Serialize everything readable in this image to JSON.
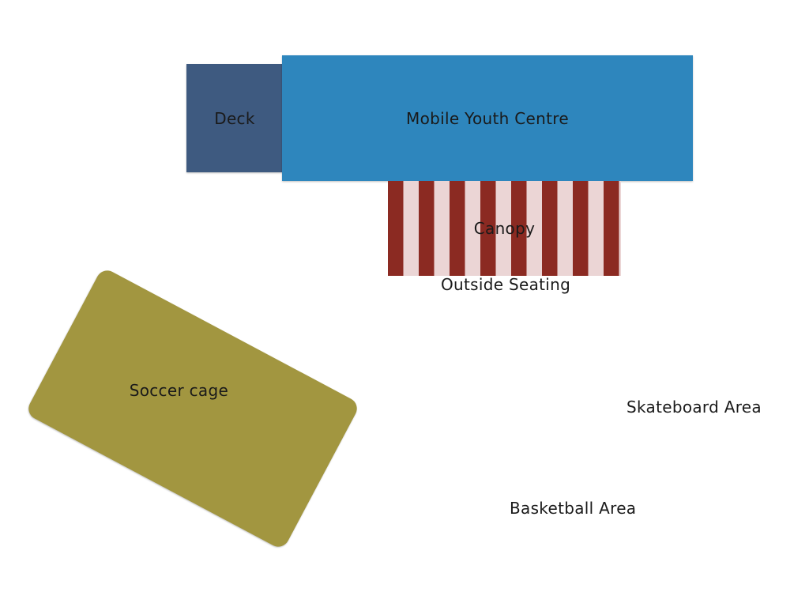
{
  "colors": {
    "deck": "#3e5a80",
    "youth_centre": "#2e86bd",
    "canopy_dark": "#8b2a22",
    "canopy_light": "#ebd5d5",
    "soccer_cage": "#a29640",
    "text": "#1a1a1a"
  },
  "areas": {
    "deck": "Deck",
    "youth_centre": "Mobile Youth Centre",
    "canopy": "Canopy",
    "outside_seating": "Outside Seating",
    "soccer_cage": "Soccer cage",
    "skateboard_area": "Skateboard Area",
    "basketball_area": "Basketball Area"
  }
}
